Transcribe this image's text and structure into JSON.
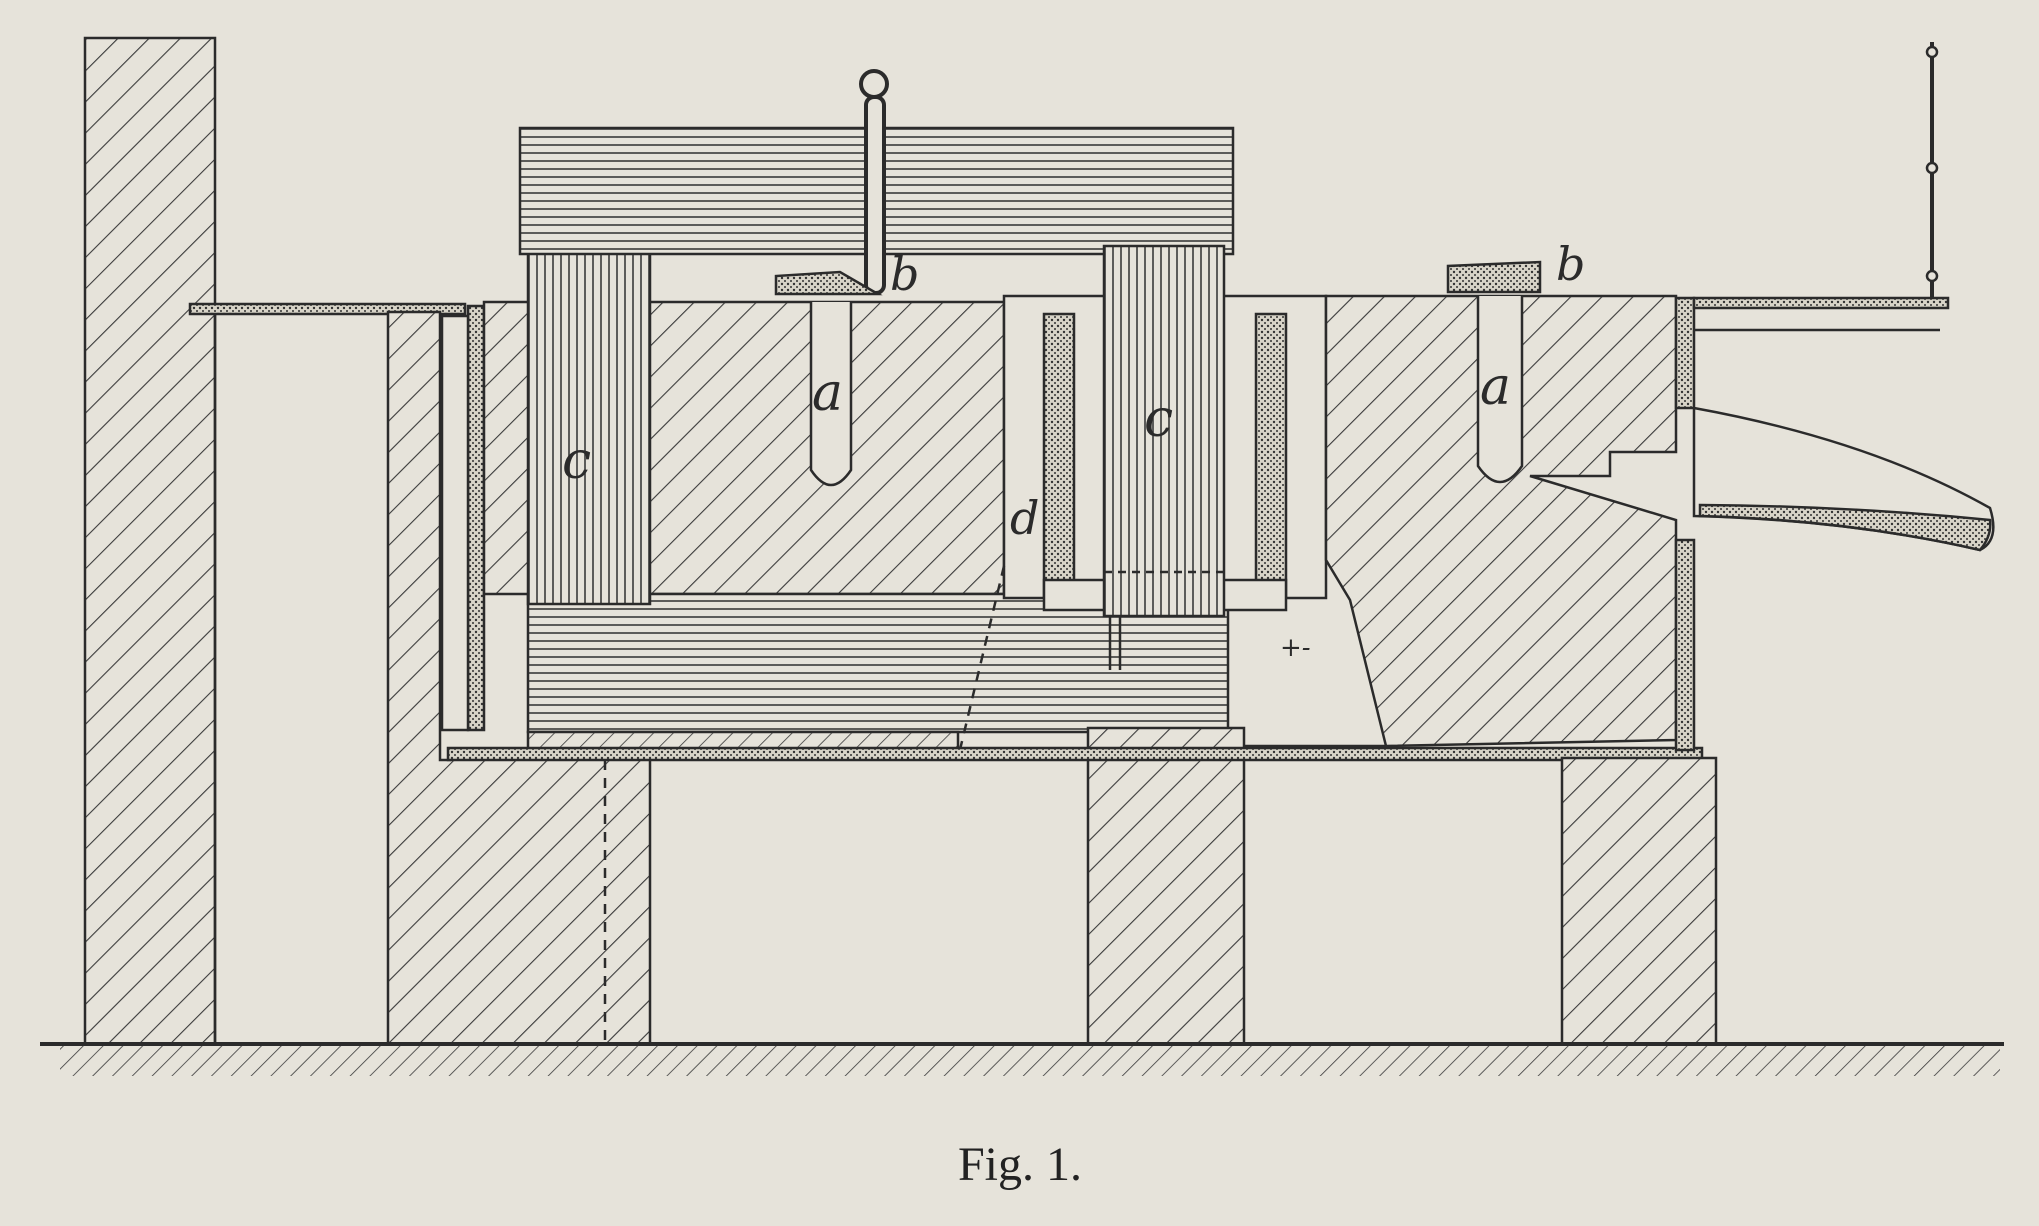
{
  "labels": {
    "a": "a",
    "b": "b",
    "c": "c",
    "d": "d",
    "polarity": "+-"
  },
  "caption": "Fig. 1."
}
